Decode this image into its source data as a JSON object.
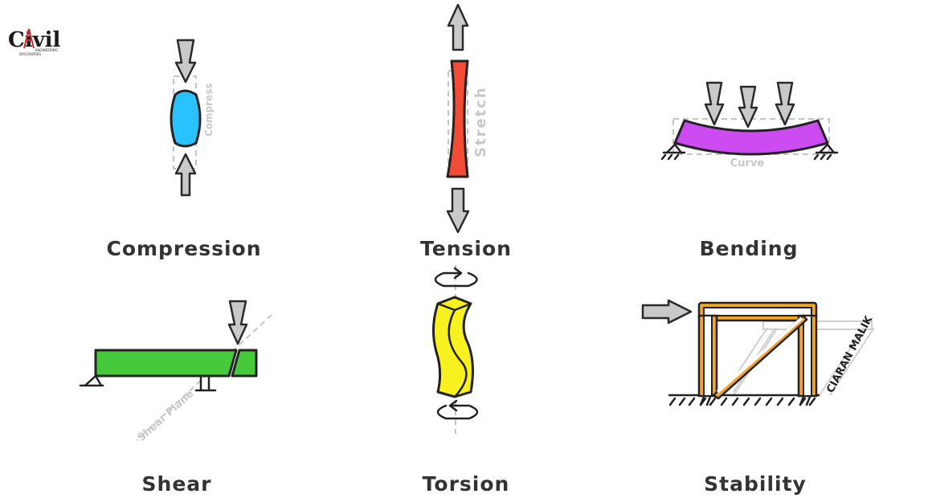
{
  "logo": {
    "text": "Civil",
    "subtext_1": "ENGINEERING",
    "subtext_2": "DISCOVERIES"
  },
  "diagrams": {
    "compression": {
      "title": "Compression",
      "annotation": "Compress",
      "color": "#29c2ff"
    },
    "tension": {
      "title": "Tension",
      "annotation": "Stretch",
      "color": "#f24c37"
    },
    "bending": {
      "title": "Bending",
      "annotation": "Curve",
      "color": "#cc4cf2"
    },
    "shear": {
      "title": "Shear",
      "annotation": "Shear Plane",
      "color": "#46c93a"
    },
    "torsion": {
      "title": "Torsion",
      "color": "#f7f21f"
    },
    "stability": {
      "title": "Stability",
      "annotation": "CIARAN MALIK",
      "color": "#f5a623"
    }
  }
}
